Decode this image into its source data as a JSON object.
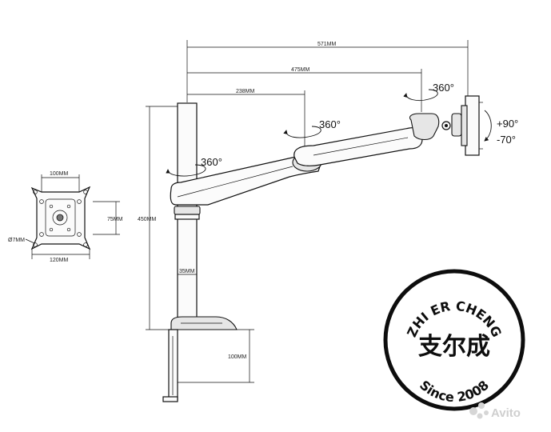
{
  "dimensions": {
    "d571": "571MM",
    "d475": "475MM",
    "d238": "238MM",
    "d450": "450MM",
    "d35": "35MM",
    "d100": "100MM",
    "plate_w100": "100MM",
    "plate_h75": "75MM",
    "plate_hole": "Ø7MM",
    "plate_w120": "120MM"
  },
  "rotations": {
    "pole": "360°",
    "arm_joint": "360°",
    "head": "360°",
    "tilt_up": "+90°",
    "tilt_down": "-70°"
  },
  "stamp": {
    "top": "ZHI ER CHENG",
    "chinese": "支尔成",
    "bottom": "Since 2008"
  },
  "watermark": {
    "text": "Avito"
  },
  "colors": {
    "ink": "#111111",
    "stamp_ink": "#0d0d0d",
    "watermark": "#cfcfcf"
  }
}
